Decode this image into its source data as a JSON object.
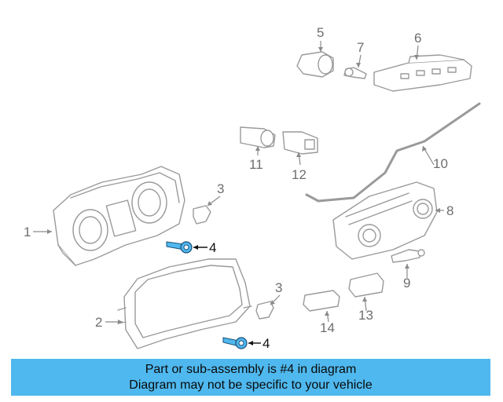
{
  "diagram": {
    "callouts": {
      "c1": "1",
      "c2": "2",
      "c3a": "3",
      "c3b": "3",
      "c4a": "4",
      "c4b": "4",
      "c5": "5",
      "c6": "6",
      "c7": "7",
      "c8": "8",
      "c9": "9",
      "c10": "10",
      "c11": "11",
      "c12": "12",
      "c13": "13",
      "c14": "14"
    },
    "highlight_part": "4",
    "colors": {
      "line": "#9a9a9a",
      "part_fill": "#ffffff",
      "highlight": "#4fb8ee",
      "highlight_stroke": "#1b4f78"
    }
  },
  "banner": {
    "line1": "Part or sub-assembly is #4 in diagram",
    "line2": "Diagram may not be specific to your vehicle",
    "color": "#4fb8ee"
  }
}
